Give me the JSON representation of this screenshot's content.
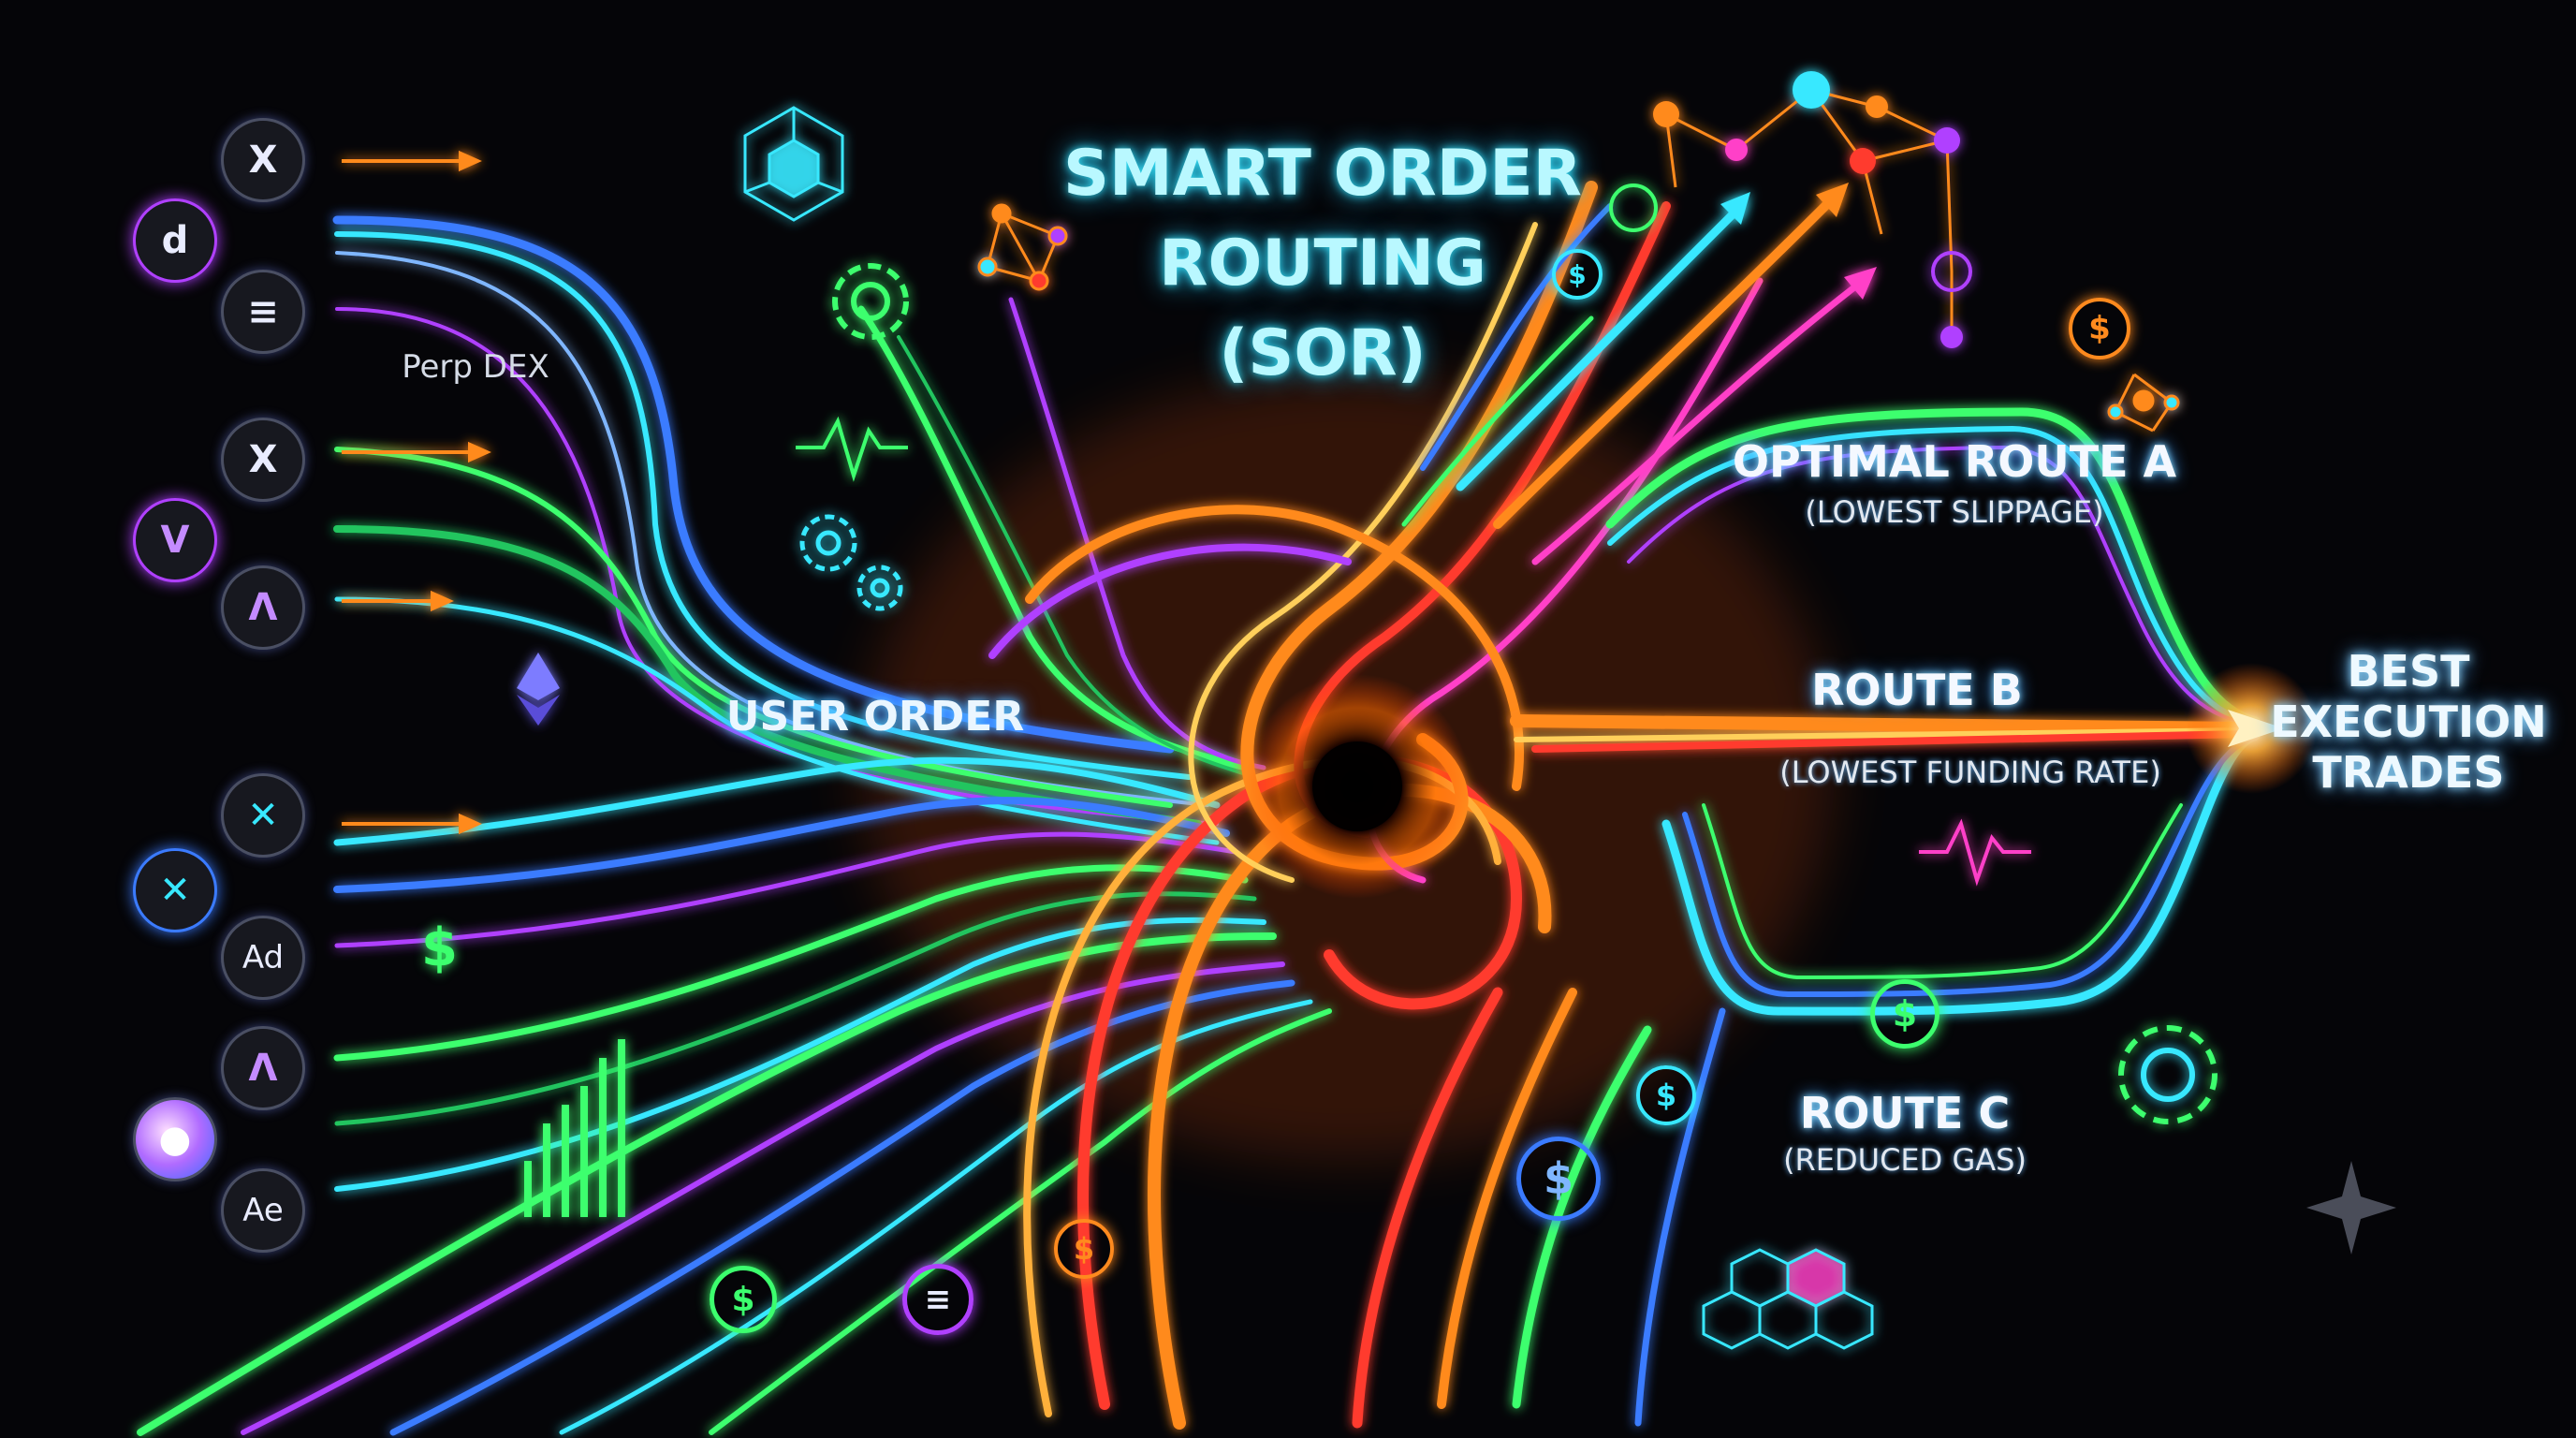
{
  "title": {
    "line1": "SMART ORDER",
    "line2": "ROUTING",
    "line3": "(SOR)"
  },
  "source_label": "Perp DEX",
  "user_order": "USER ORDER",
  "routes": [
    {
      "name": "OPTIMAL ROUTE A",
      "detail": "(LOWEST SLIPPAGE)"
    },
    {
      "name": "ROUTE B",
      "detail": "(LOWEST FUNDING RATE)"
    },
    {
      "name": "ROUTE C",
      "detail": "(REDUCED GAS)"
    }
  ],
  "destination": {
    "line1": "BEST",
    "line2": "EXECUTION",
    "line3": "TRADES"
  },
  "dex_icons": [
    {
      "glyph": "X",
      "icon": "x-logo-icon"
    },
    {
      "glyph": "d",
      "icon": "d-logo-icon"
    },
    {
      "glyph": "≡",
      "icon": "solana-logo-icon"
    },
    {
      "glyph": "X",
      "icon": "x-logo-icon"
    },
    {
      "glyph": "V",
      "icon": "v-logo-icon"
    },
    {
      "glyph": "Λ",
      "icon": "triangle-logo-icon"
    },
    {
      "glyph": "✕",
      "icon": "swap-logo-icon"
    },
    {
      "glyph": "✕",
      "icon": "swap-logo-icon"
    },
    {
      "glyph": "Ad",
      "icon": "ad-logo-icon"
    },
    {
      "glyph": "Λ",
      "icon": "triangle-logo-icon"
    },
    {
      "glyph": "●",
      "icon": "orb-logo-icon"
    },
    {
      "glyph": "Ae",
      "icon": "ae-logo-icon"
    }
  ],
  "colors": {
    "background": "#050508",
    "cyan": "#38e8ff",
    "blue": "#3b7bff",
    "green": "#3cff6e",
    "purple": "#b040ff",
    "orange": "#ff8a1e",
    "red": "#ff3b2f",
    "magenta": "#ff3fc8"
  }
}
